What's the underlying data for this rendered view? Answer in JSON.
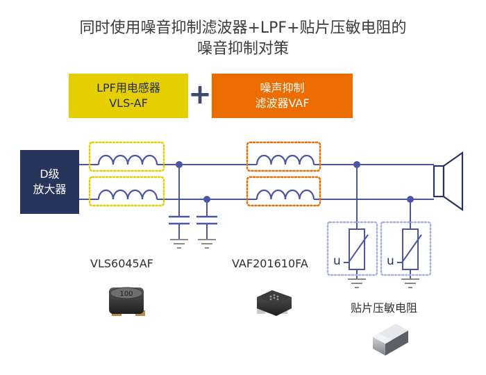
{
  "title": {
    "line1": "同时使用噪音抑制滤波器+LPF+贴片压敏电阻的",
    "line2": "噪音抑制对策"
  },
  "lpf_box": {
    "line1": "LPF用电感器",
    "line2": "VLS-AF"
  },
  "plus_sign": "+",
  "vaf_box": {
    "line1": "噪声抑制",
    "line2": "滤波器VAF"
  },
  "amplifier": {
    "line1": "D级",
    "line2": "放大器"
  },
  "varistor_symbol": "u",
  "labels": {
    "vls_part": "VLS6045AF",
    "vaf_part": "VAF201610FA",
    "varistor": "贴片压敏电阻"
  },
  "component_markings": {
    "vls_chip": "100"
  },
  "colors": {
    "wire": "#4a55a3",
    "node": "#4a55a3",
    "lpf_outline": "#e6cf00",
    "vaf_outline": "#ed6c00",
    "varistor_outline": "#aab0dc",
    "amp_bg": "#27355c",
    "ground": "#8a8a8a"
  }
}
